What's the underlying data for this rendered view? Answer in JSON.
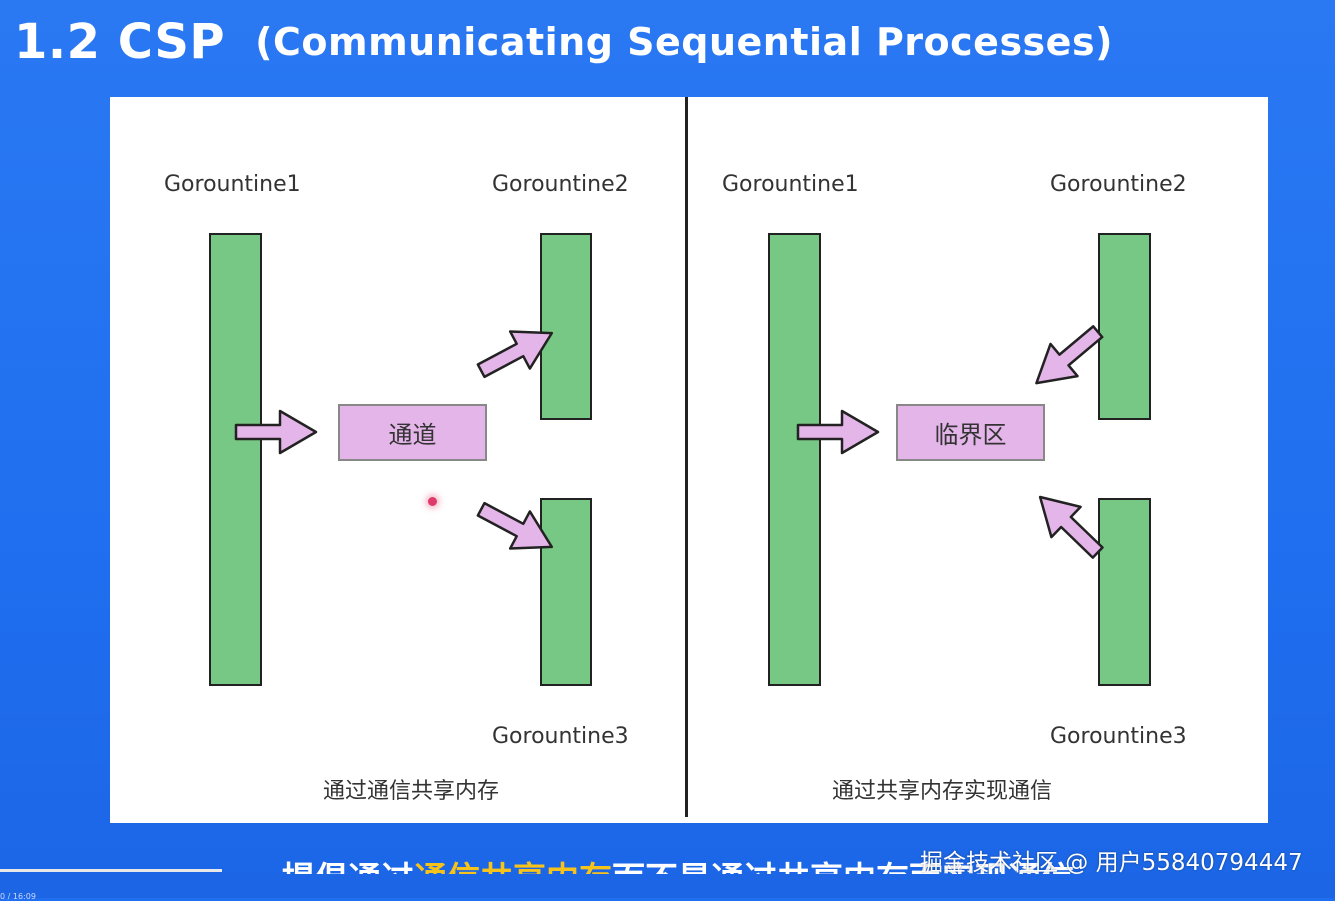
{
  "slide": {
    "title": "1.2 CSP",
    "subtitle": "(Communicating Sequential Processes)"
  },
  "left_diagram": {
    "goroutine1": "Gorountine1",
    "goroutine2": "Gorountine2",
    "goroutine3": "Gorountine3",
    "center_box": "通道",
    "caption": "通过通信共享内存"
  },
  "right_diagram": {
    "goroutine1": "Gorountine1",
    "goroutine2": "Gorountine2",
    "goroutine3": "Gorountine3",
    "center_box": "临界区",
    "caption": "通过共享内存实现通信"
  },
  "video_subtitle": {
    "part1": "提倡通过",
    "highlight": "通信共享内存",
    "part2": "而不是通过共享内存而实现通信"
  },
  "watermark": "掘金技术社区 @ 用户55840794447",
  "player": {
    "time": "0 / 16:09"
  },
  "colors": {
    "background": "#1f6ff0",
    "goroutine_bar": "#77c785",
    "box_fill": "#e4b5e8",
    "arrow_fill": "#e4b5e8",
    "highlight_text": "#f7c21a"
  }
}
